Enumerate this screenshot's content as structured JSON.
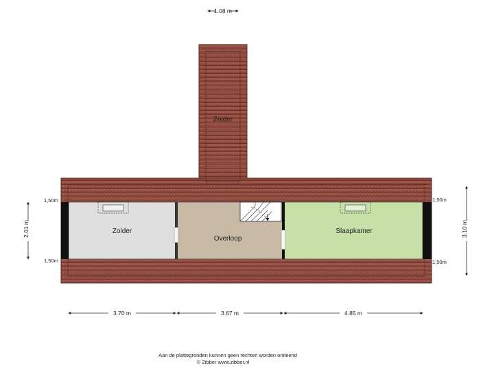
{
  "colors": {
    "roof": "#9b5448",
    "roof_dark": "#6e3128",
    "zolder_left": "#dfdfdf",
    "overloop": "#c8b9a5",
    "slaapkamer": "#c6e0a7",
    "wall": "#111111"
  },
  "rooms": {
    "zolder_top": "Zolder",
    "zolder_left": "Zolder",
    "overloop": "Overloop",
    "slaapkamer": "Slaapkamer"
  },
  "dimensions": {
    "top": "1.08 m",
    "left_height": "2.01 m",
    "right_height": "3.10 m",
    "bottom_left": "3.70 m",
    "bottom_mid": "3.67 m",
    "bottom_right": "4.85 m",
    "height_left_top": "1,50m",
    "height_left_bottom": "1,50m",
    "height_right_top": "1,50m",
    "height_right_bottom": "1,50m"
  },
  "footer": {
    "disclaimer": "Aan de plattegronden kunnen geen rechten worden ontleend",
    "copyright": "© Zibber www.zibber.nl"
  }
}
